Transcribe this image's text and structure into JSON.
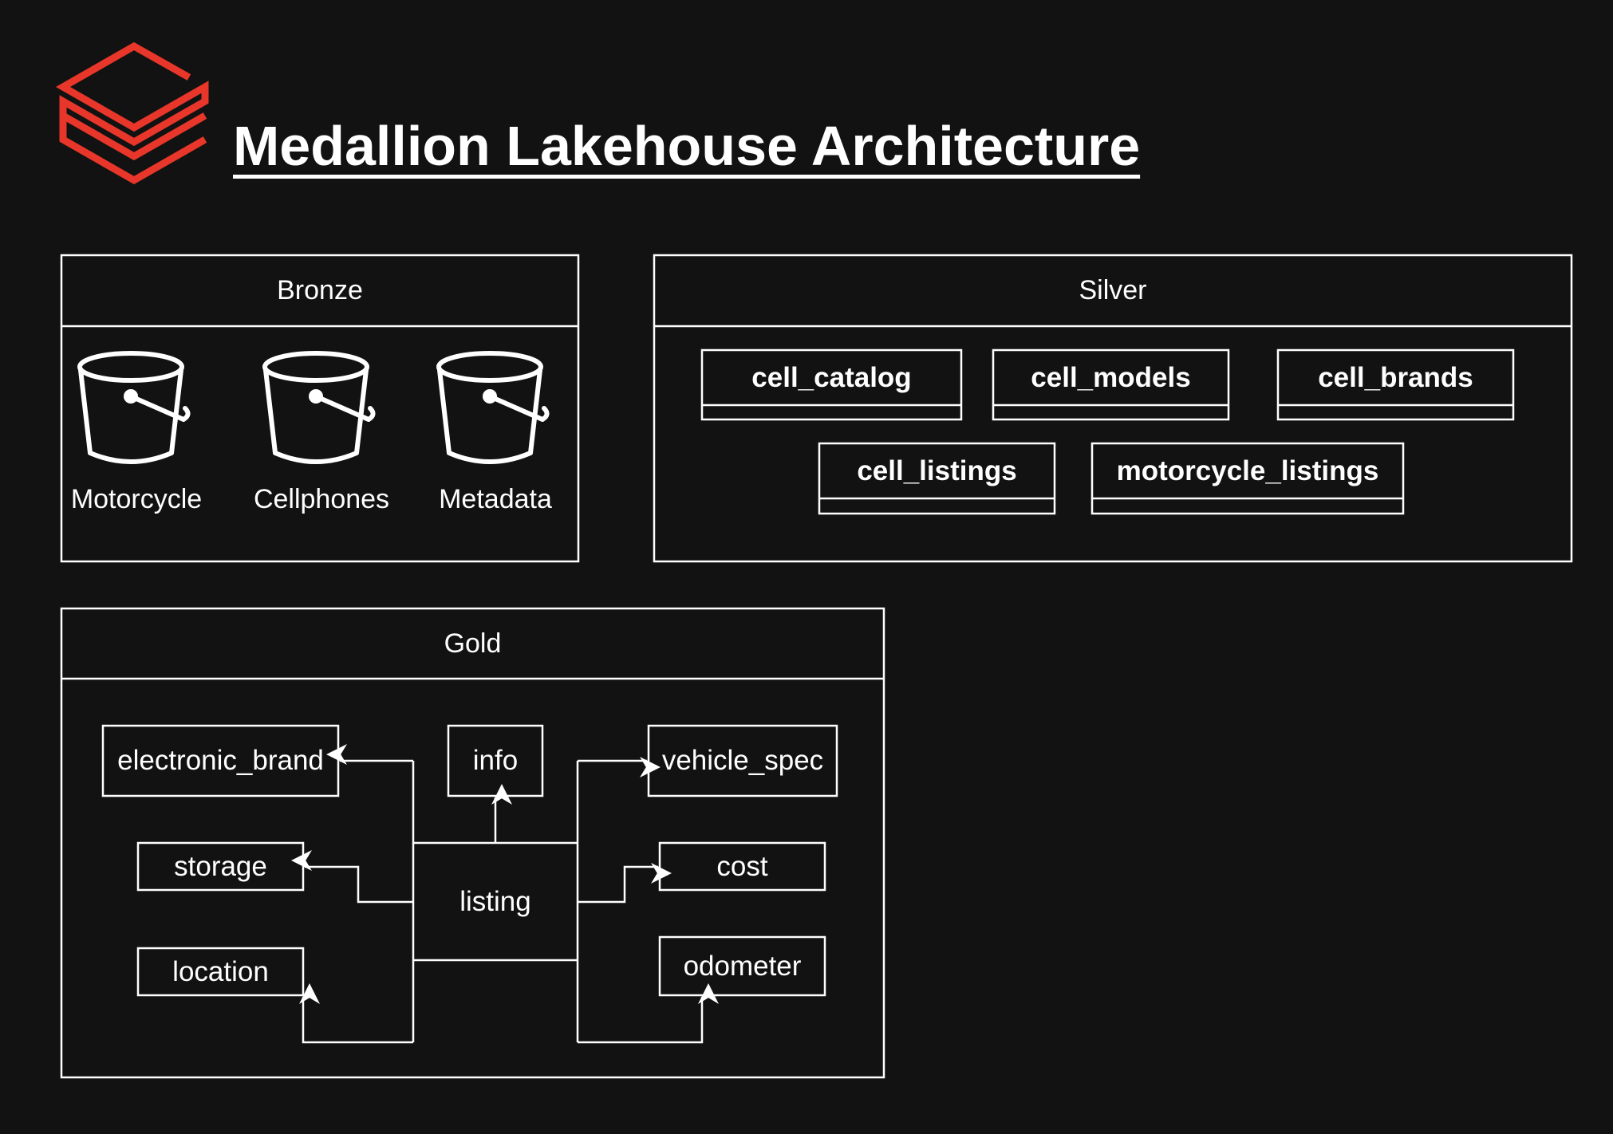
{
  "title": "Medallion Lakehouse Architecture",
  "logo_icon": "databricks-stacked-layers-icon",
  "accent_color": "#E8372A",
  "bronze": {
    "title": "Bronze",
    "buckets": [
      "Motorcycle",
      "Cellphones",
      "Metadata"
    ]
  },
  "silver": {
    "title": "Silver",
    "tables": [
      "cell_catalog",
      "cell_models",
      "cell_brands",
      "cell_listings",
      "motorcycle_listings"
    ]
  },
  "gold": {
    "title": "Gold",
    "center": "listing",
    "tables": [
      "electronic_brand",
      "info",
      "vehicle_spec",
      "storage",
      "cost",
      "location",
      "odometer"
    ]
  }
}
